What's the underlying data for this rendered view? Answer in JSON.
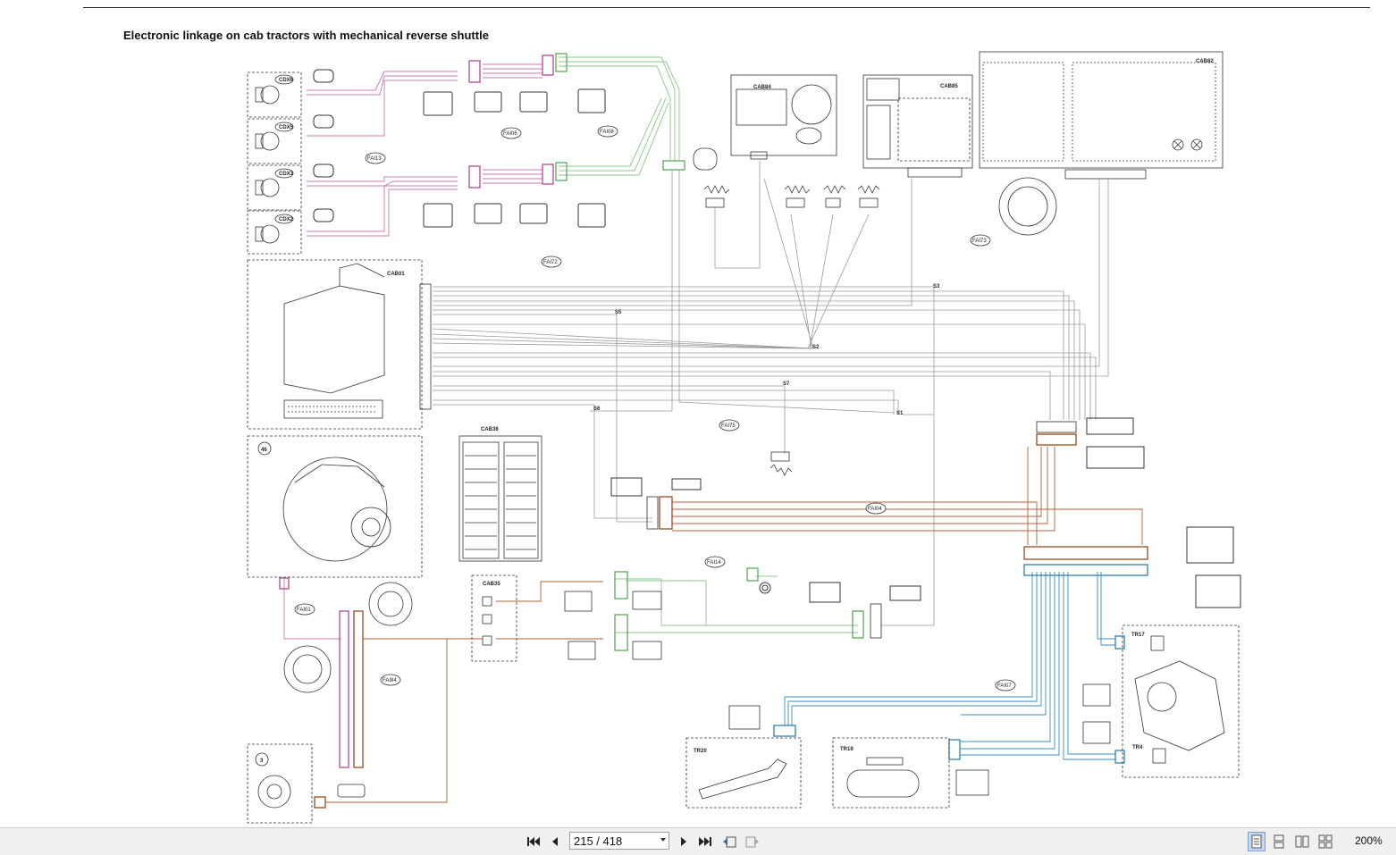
{
  "document": {
    "title": "Electronic linkage on cab tractors with mechanical reverse shuttle"
  },
  "diagram": {
    "box_labels": {
      "cdx6": "CDX6",
      "cdx5": "CDX5",
      "cdx3": "CDX3",
      "cdx2": "CDX2",
      "cab01": "CAB01",
      "cab84": "CAB84",
      "cab85": "CAB85",
      "cab82": "CAB82",
      "cab35": "CAB35",
      "cab36": "CAB36",
      "item46": "46",
      "item3": "3",
      "tr17": "TR17",
      "tr4": "TR4",
      "tr20": "TR20",
      "tr19": "TR19"
    },
    "harness_labels": {
      "fai13": "FAI13",
      "fai06": "FAI06",
      "fai08": "FAI08",
      "fai72": "FAI72",
      "fai73": "FAI73",
      "fai75": "FAI75",
      "fai04": "FAI04",
      "fai14": "FAI14",
      "fai01": "FAI01",
      "fai84": "FAI84",
      "fai07": "FAI07"
    },
    "splice_labels": {
      "s1": "S1",
      "s2": "S2",
      "s3": "S3",
      "s5": "S5",
      "s6": "S6",
      "s7": "S7"
    }
  },
  "toolbar": {
    "page_indicator": "215 / 418",
    "zoom": "200%"
  },
  "icons": [
    "first-page-icon",
    "previous-page-icon",
    "next-page-icon",
    "last-page-icon",
    "go-back-view-icon",
    "go-forward-view-icon",
    "single-page-icon",
    "continuous-page-icon",
    "facing-pages-icon",
    "continuous-facing-icon",
    "dropdown-arrow-icon"
  ],
  "colors": {
    "pink": "#b24a93",
    "green": "#5cab5c",
    "brown": "#9a4a1e",
    "blue": "#2f7fb0",
    "gray": "#8a8a8a"
  }
}
